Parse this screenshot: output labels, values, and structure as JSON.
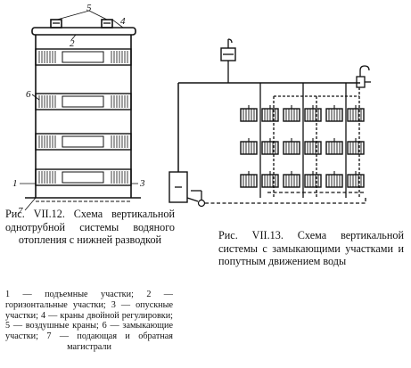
{
  "figure_left": {
    "callouts": {
      "n1": "1",
      "n2": "2",
      "n3": "3",
      "n4": "4",
      "n5": "5",
      "n6": "6",
      "n7": "7"
    },
    "caption": "Рис. VII.12. Схема вертикальной однотрубной системы водяного отопления с нижней разводкой",
    "legend": "1 — подъемные участки; 2 — горизонтальные участки; 3 — опускные участки; 4 — краны двойной регулировки; 5 — воздушные краны; 6 — замыкающие участки; 7 — подающая и обратная магистрали"
  },
  "figure_right": {
    "caption": "Рис. VII.13. Схема вертикальной системы с замыкающими участками и попутным движением воды"
  },
  "colors": {
    "ink": "#111111",
    "paper": "#ffffff"
  }
}
